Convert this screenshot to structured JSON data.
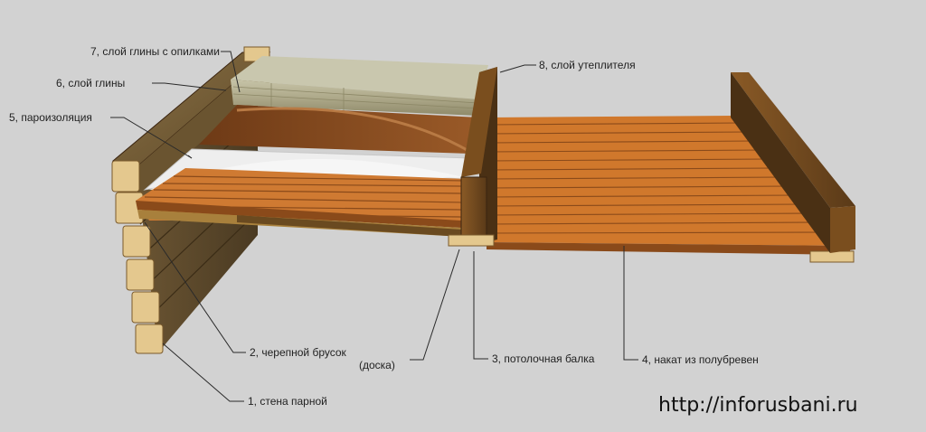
{
  "labels": {
    "l1": "1, стена парной",
    "l2": "2, черепной брусок",
    "l2b": "(доска)",
    "l3": "3, потолочная балка",
    "l4": "4, накат из полубревен",
    "l5": "5, пароизоляция",
    "l6": "6, слой глины",
    "l7": "7, слой глины с опилками",
    "l8": "8, слой утеплителя"
  },
  "watermark": "http://inforusbani.ru",
  "colors": {
    "background": "#d2d2d2",
    "log": "#7a6038",
    "clay": "#8a4f22",
    "insulation": "#b8b49a",
    "planks": "#d07a30",
    "vapor_barrier": "#ededed"
  }
}
